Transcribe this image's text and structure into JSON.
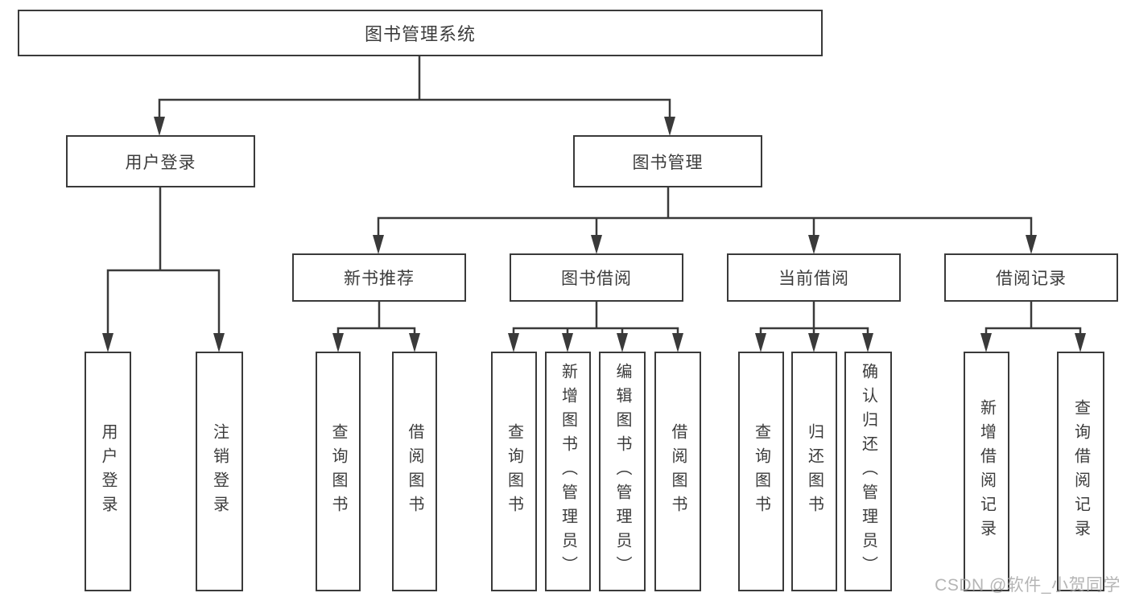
{
  "root": {
    "label": "图书管理系统"
  },
  "branches": {
    "user_login": {
      "label": "用户登录",
      "children": [
        {
          "label": "用户登录"
        },
        {
          "label": "注销登录"
        }
      ]
    },
    "book_mgmt": {
      "label": "图书管理",
      "sections": [
        {
          "label": "新书推荐",
          "children": [
            {
              "label": "查询图书"
            },
            {
              "label": "借阅图书"
            }
          ]
        },
        {
          "label": "图书借阅",
          "children": [
            {
              "label": "查询图书"
            },
            {
              "label": "新增图书（管理员）"
            },
            {
              "label": "编辑图书（管理员）"
            },
            {
              "label": "借阅图书"
            }
          ]
        },
        {
          "label": "当前借阅",
          "children": [
            {
              "label": "查询图书"
            },
            {
              "label": "归还图书"
            },
            {
              "label": "确认归还（管理员）"
            }
          ]
        },
        {
          "label": "借阅记录",
          "children": [
            {
              "label": "新增借阅记录"
            },
            {
              "label": "查询借阅记录"
            }
          ]
        }
      ]
    }
  },
  "watermark": "CSDN @软件_小贺同学",
  "colors": {
    "line": "#3a3a3a",
    "text": "#3c3c3c",
    "watermark": "#a8a8a8",
    "background": "#ffffff"
  }
}
